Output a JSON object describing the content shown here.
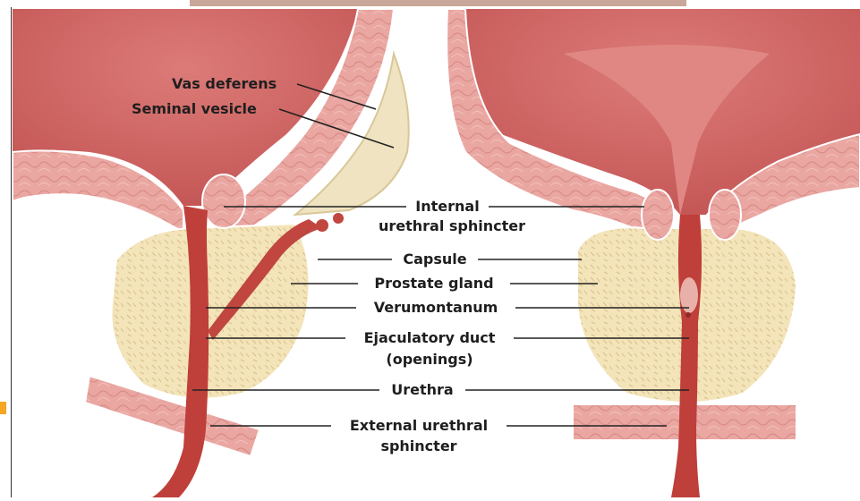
{
  "labels": {
    "vas_deferens": "Vas deferens",
    "seminal_vesicle": "Seminal vesicle",
    "internal_sphincter_l1": "Internal",
    "internal_sphincter_l2": "urethral sphincter",
    "capsule": "Capsule",
    "prostate_gland": "Prostate gland",
    "verumontanum": "Verumontanum",
    "ejaculatory_duct_l1": "Ejaculatory duct",
    "ejaculatory_duct_l2": "(openings)",
    "urethra": "Urethra",
    "external_sphincter_l1": "External urethral",
    "external_sphincter_l2": "sphincter"
  },
  "colors": {
    "bladder": "#d46a6a",
    "bladder_dark": "#b84c4c",
    "muscle": "#e9a5a0",
    "prostate": "#f2e2b6",
    "urethra": "#bf3f3a",
    "seminal": "#efe4c4"
  }
}
